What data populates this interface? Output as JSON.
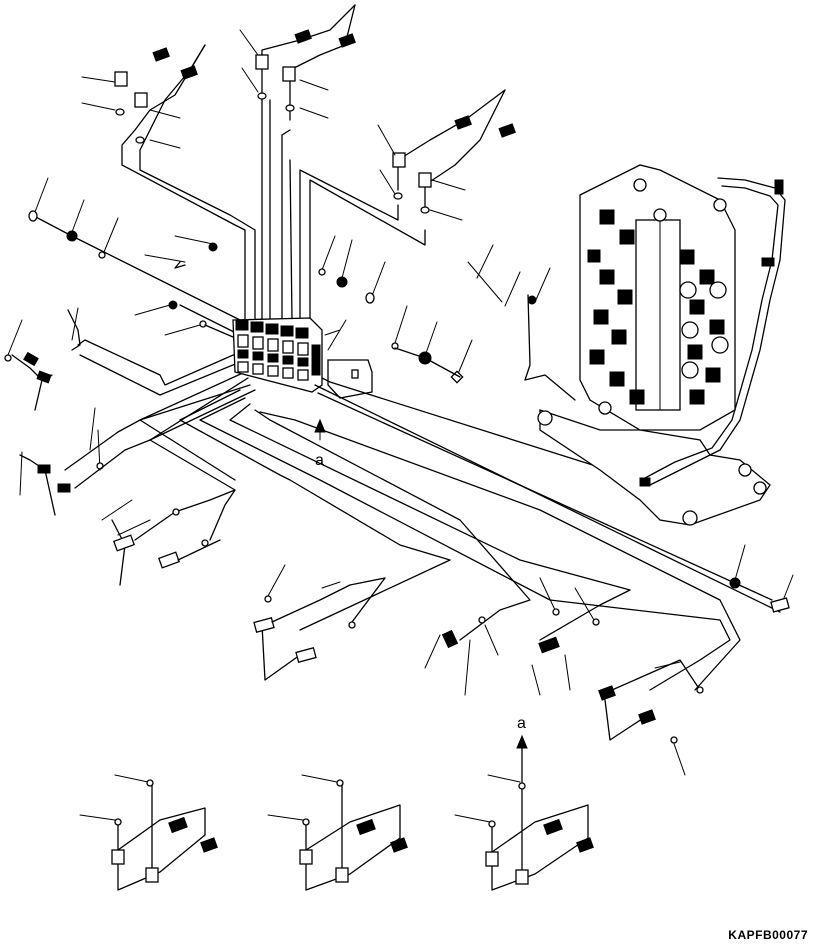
{
  "diagram": {
    "view_labels": [
      "a",
      "a"
    ],
    "drawing_code": "KAPFB00077"
  }
}
